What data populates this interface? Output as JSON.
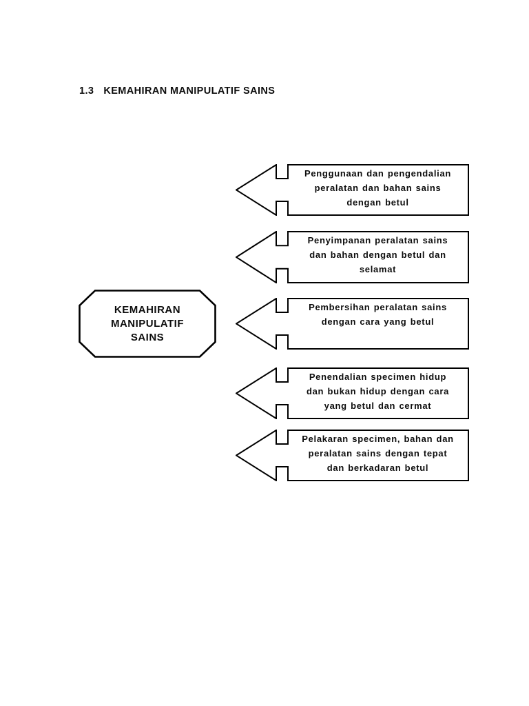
{
  "heading": {
    "number": "1.3",
    "title": "KEMAHIRAN MANIPULATIF SAINS"
  },
  "octagon": {
    "line1": "KEMAHIRAN",
    "line2": "MANIPULATIF",
    "line3": "SAINS"
  },
  "arrows": [
    {
      "line1": "Penggunaan dan pengendalian",
      "line2": "peralatan dan bahan sains",
      "line3": "dengan betul"
    },
    {
      "line1": "Penyimpanan peralatan sains",
      "line2": "dan bahan dengan betul dan",
      "line3": "selamat"
    },
    {
      "line1": "Pembersihan peralatan sains",
      "line2": "dengan cara yang betul",
      "line3": ""
    },
    {
      "line1": "Penendalian specimen hidup",
      "line2": "dan bukan hidup dengan cara",
      "line3": "yang betul dan cermat"
    },
    {
      "line1": "Pelakaran specimen, bahan dan",
      "line2": "peralatan sains dengan tepat",
      "line3": "dan berkadaran betul"
    }
  ],
  "colors": {
    "ink": "#000000",
    "paper": "#ffffff"
  }
}
